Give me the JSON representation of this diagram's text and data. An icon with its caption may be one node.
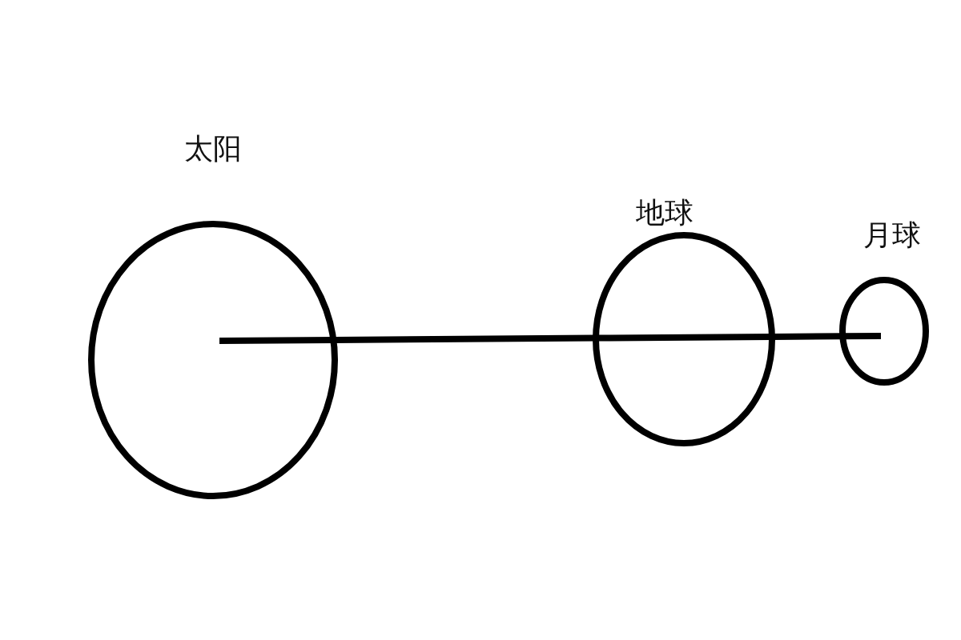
{
  "diagram": {
    "nodes": [
      {
        "text": [
          "太阳"
        ]
      },
      {
        "text": [
          "地球"
        ]
      },
      {
        "text": [
          "月球"
        ]
      }
    ],
    "edges": [
      {
        "from": 0,
        "to": 1,
        "arrow": "none"
      },
      {
        "from": 1,
        "to": 2,
        "arrow": "none"
      }
    ]
  }
}
